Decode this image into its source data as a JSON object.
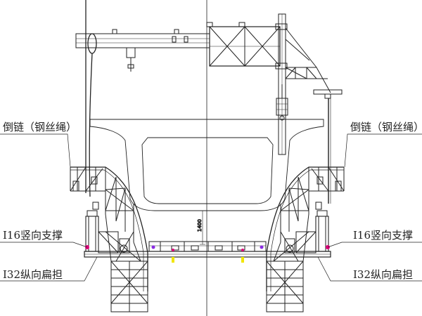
{
  "labels": {
    "chain_left": "倒链（钢丝绳）",
    "chain_right": "倒链（钢丝绳）",
    "brace_left": "I16竖向支撑",
    "brace_right": "I16竖向支撑",
    "beam_left": "I32纵向扁担",
    "beam_right": "I32纵向扁担"
  },
  "dimension": "1400",
  "colors": {
    "line": "#222222",
    "marker_yellow": "#f2e600",
    "marker_pink": "#e0007a",
    "marker_purple": "#8a2be2"
  }
}
